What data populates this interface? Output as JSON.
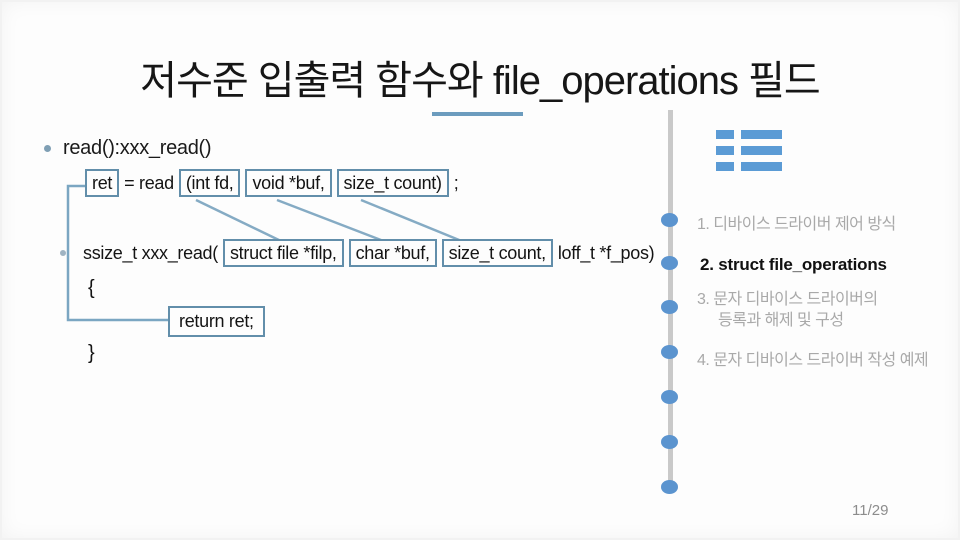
{
  "slide": {
    "title": "저수준 입출력 함수와 file_operations 필드",
    "page_number": "11/29"
  },
  "code": {
    "heading_bullet": "read():xxx_read()",
    "call_line": {
      "ret_box": "ret",
      "assign": "= read",
      "arg_fd": "(int fd,",
      "arg_buf": "void *buf,",
      "arg_count": "size_t count)",
      "terminator": ";"
    },
    "impl_line": {
      "prefix": "ssize_t xxx_read(",
      "arg_filp": "struct file *filp,",
      "arg_buf": "char *buf,",
      "arg_count": "size_t count,",
      "suffix": "loff_t *f_pos)"
    },
    "body": {
      "open_brace": "{",
      "return_statement": "return ret;",
      "close_brace": "}"
    }
  },
  "toc": {
    "icon": "list-icon",
    "active_item_index": 1,
    "items": [
      {
        "label": "1. 디바이스 드라이버 제어 방식"
      },
      {
        "label": "2. struct file_operations"
      },
      {
        "label": "3. 문자 디바이스 드라이버의",
        "second_line": "등록과 해제 및 구성"
      },
      {
        "label": "4. 문자 디바이스 드라이버 작성 예제"
      }
    ]
  },
  "colors": {
    "accent_blue": "#5b9bd5",
    "timeline_dot_blue": "#5b94cf",
    "box_border_blue": "#628eaa",
    "connector_blue": "#7ba6c2",
    "underline_blue": "#6c9cbe",
    "timeline_gray": "#c9c9c9",
    "inactive_text_gray": "#a9a9a9"
  }
}
